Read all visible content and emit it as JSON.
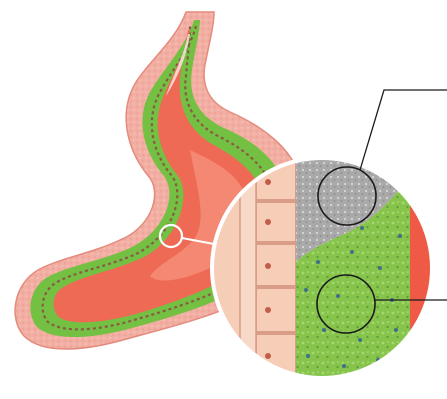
{
  "figure": {
    "colors": {
      "background": "#ffffff",
      "outer_wall": "#f2aea2",
      "muscle_layer": "#ec8777",
      "mucosa_green": "#74c043",
      "mucosa_dots": "#4f7a3a",
      "lumen": "#ee6a55",
      "lumen_center": "#f7a08f",
      "cell_fill": "#f6cdb7",
      "cell_border": "#d99c86",
      "cell_nucleus": "#c45c4a",
      "mucus_gray": "#a9a9a9",
      "gel_green": "#86c44c",
      "leader_line": "#1a1a1a"
    },
    "parts": {
      "stomach": "stomach-cross-section",
      "magnifier": "mucosa-magnifier",
      "detail_circle_top": "gray-mucus-detail",
      "detail_circle_bottom": "green-gel-detail"
    }
  }
}
